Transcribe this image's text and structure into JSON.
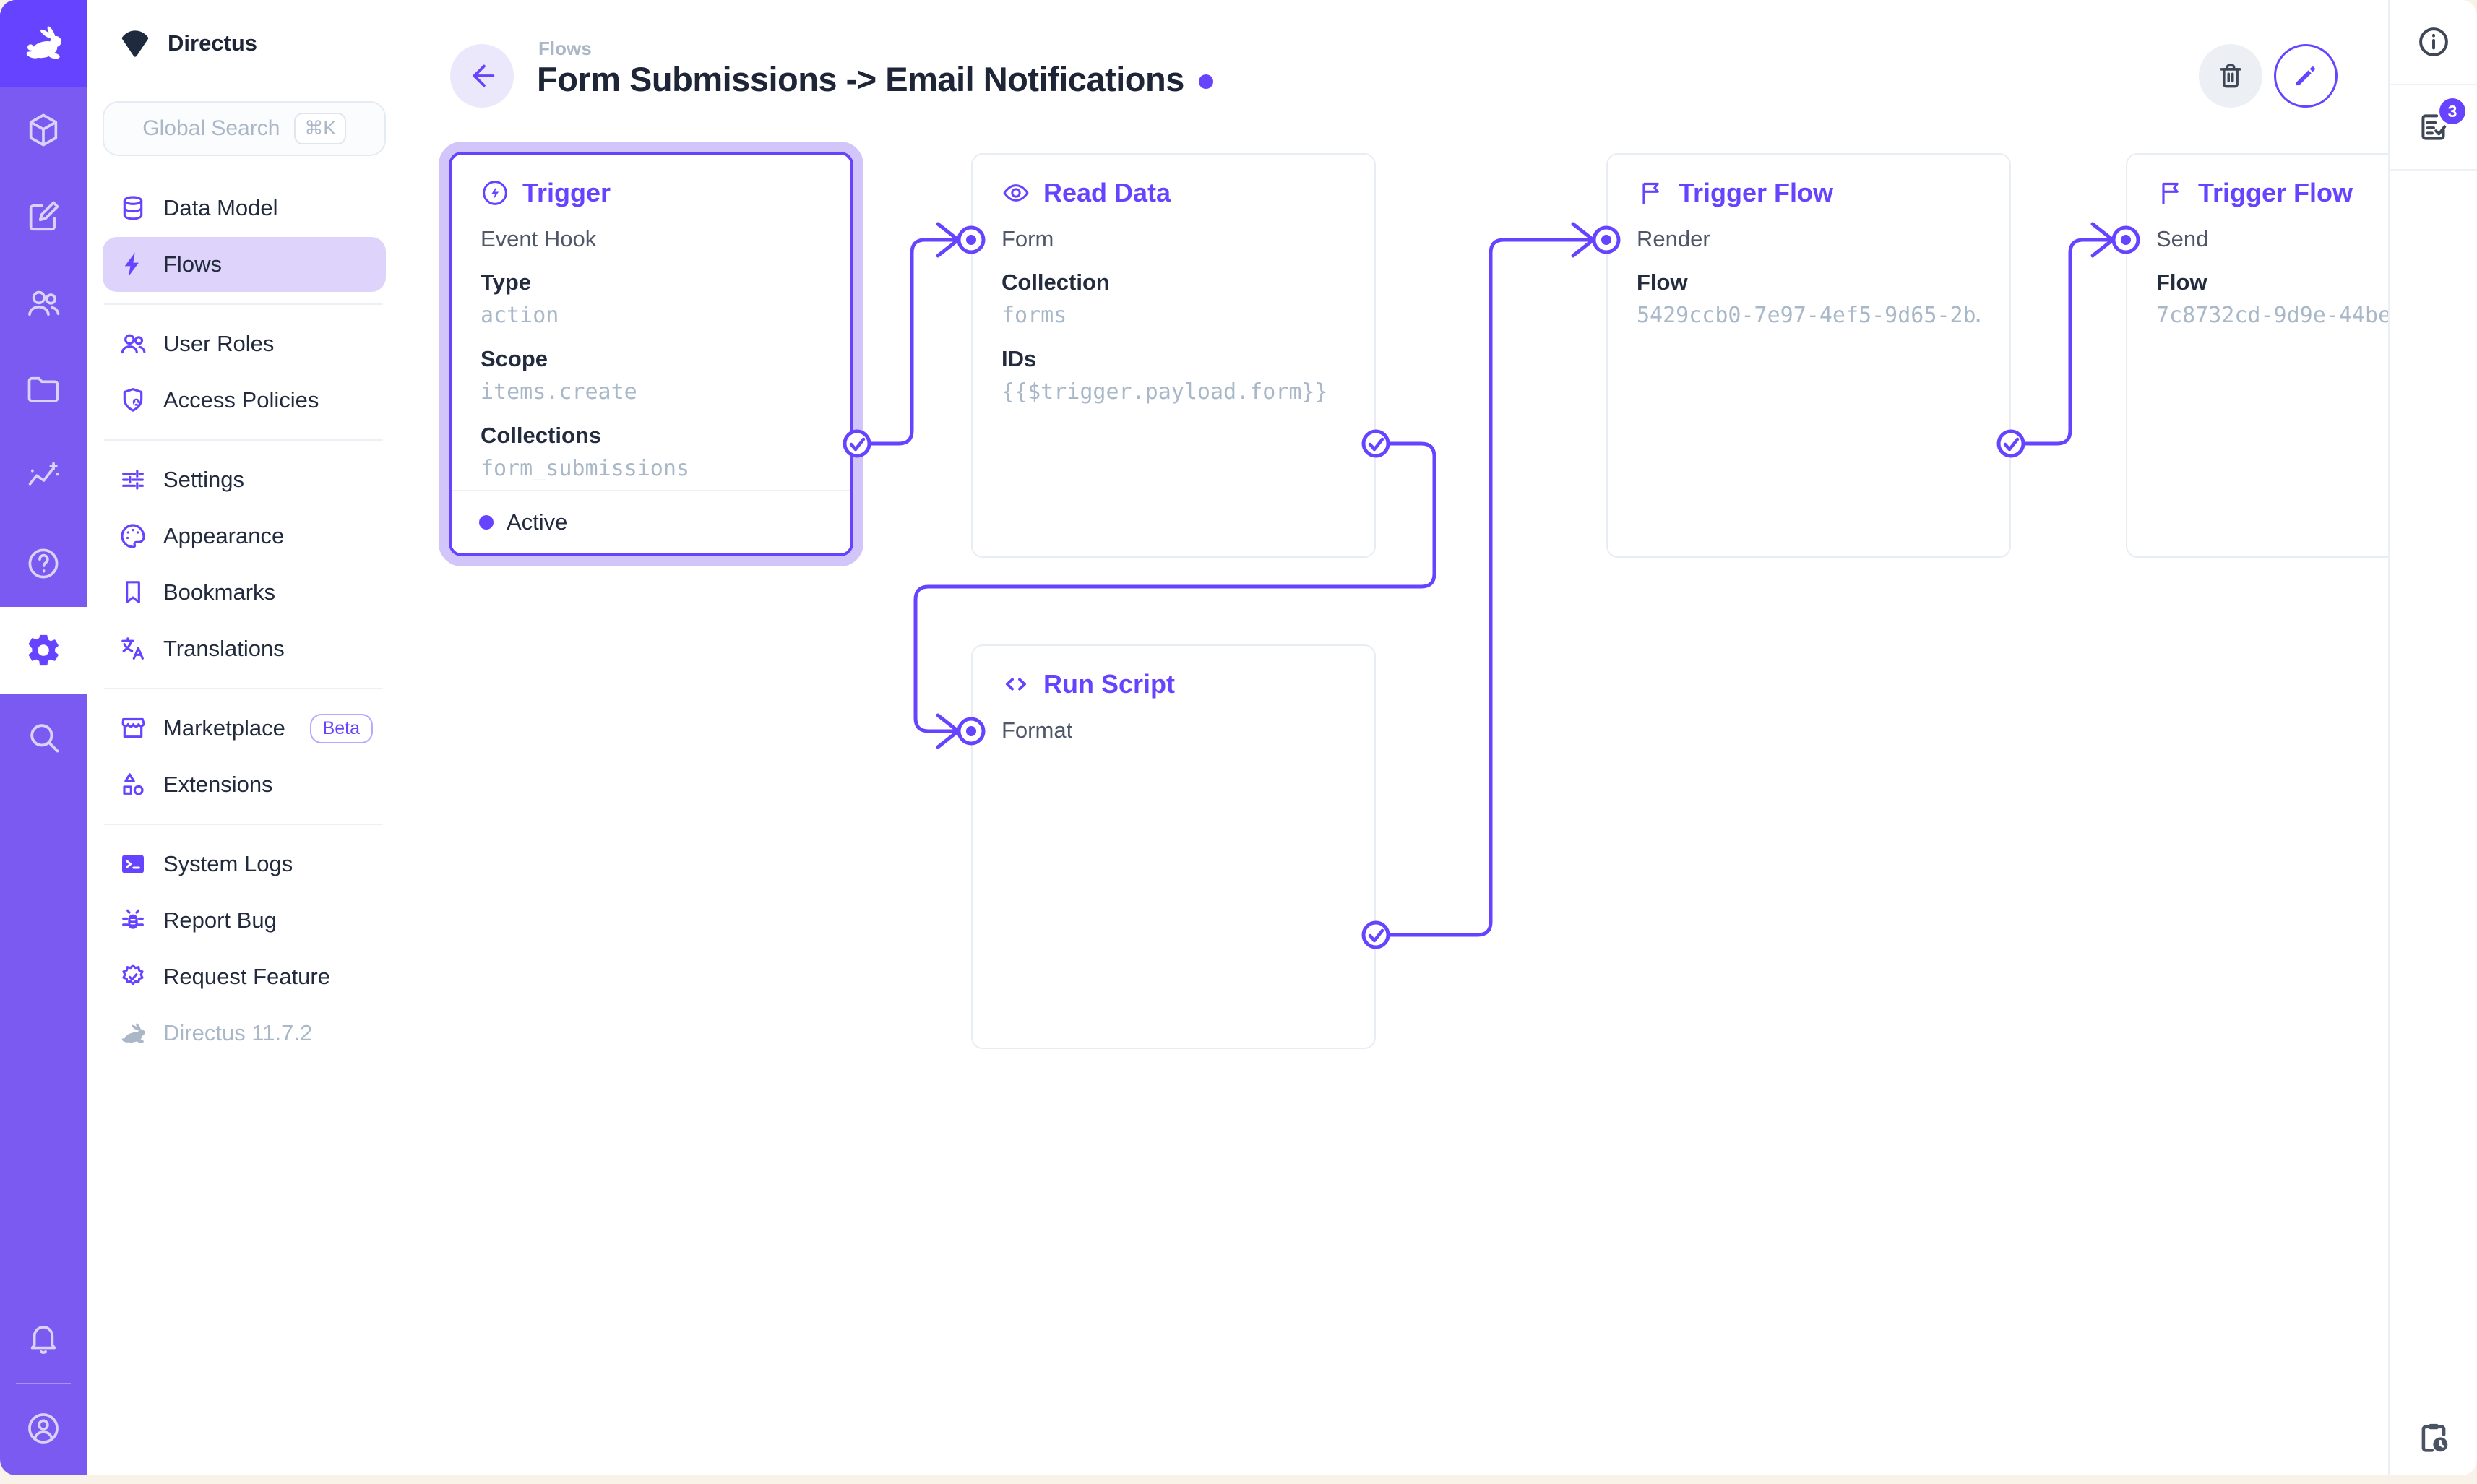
{
  "app": {
    "name": "Directus",
    "version_label": "Directus 11.7.2",
    "colors": {
      "accent": "#6644FF",
      "module_bar": "#7A5AF0",
      "module_bar_top": "#6644FF",
      "selection": "#DDD3FB",
      "panel_glow": "#D2C5FA",
      "text_dark": "#1D2537",
      "text_muted": "#A9B7C7"
    }
  },
  "sidebar": {
    "project_name": "Directus",
    "search": {
      "placeholder": "Global Search",
      "shortcut": "⌘K"
    },
    "items": [
      {
        "label": "Data Model"
      },
      {
        "label": "Flows",
        "active": true
      },
      {
        "label": "User Roles"
      },
      {
        "label": "Access Policies"
      },
      {
        "label": "Settings"
      },
      {
        "label": "Appearance"
      },
      {
        "label": "Bookmarks"
      },
      {
        "label": "Translations"
      },
      {
        "label": "Marketplace",
        "badge": "Beta"
      },
      {
        "label": "Extensions"
      },
      {
        "label": "System Logs"
      },
      {
        "label": "Report Bug"
      },
      {
        "label": "Request Feature"
      }
    ],
    "version": "Directus 11.7.2"
  },
  "header": {
    "breadcrumb": "Flows",
    "title": "Form Submissions -> Email Notifications"
  },
  "rightbar": {
    "notices_badge": "3"
  },
  "flow": {
    "trigger": {
      "title": "Trigger",
      "type_value": "Event Hook",
      "fields": [
        {
          "label": "Type",
          "value": "action"
        },
        {
          "label": "Scope",
          "value": "items.create"
        },
        {
          "label": "Collections",
          "value": "form_submissions"
        }
      ],
      "status": "Active"
    },
    "read_data": {
      "title": "Read Data",
      "name": "Form",
      "fields": [
        {
          "label": "Collection",
          "value": "forms"
        },
        {
          "label": "IDs",
          "value": "{{$trigger.payload.form}}"
        }
      ]
    },
    "run_script": {
      "title": "Run Script",
      "name": "Format"
    },
    "trigger_flow_render": {
      "title": "Trigger Flow",
      "name": "Render",
      "fields": [
        {
          "label": "Flow",
          "value": "5429ccb0-7e97-4ef5-9d65-2b…"
        }
      ]
    },
    "trigger_flow_send": {
      "title": "Trigger Flow",
      "name": "Send",
      "fields": [
        {
          "label": "Flow",
          "value": "7c8732cd-9d9e-44be"
        }
      ]
    }
  }
}
